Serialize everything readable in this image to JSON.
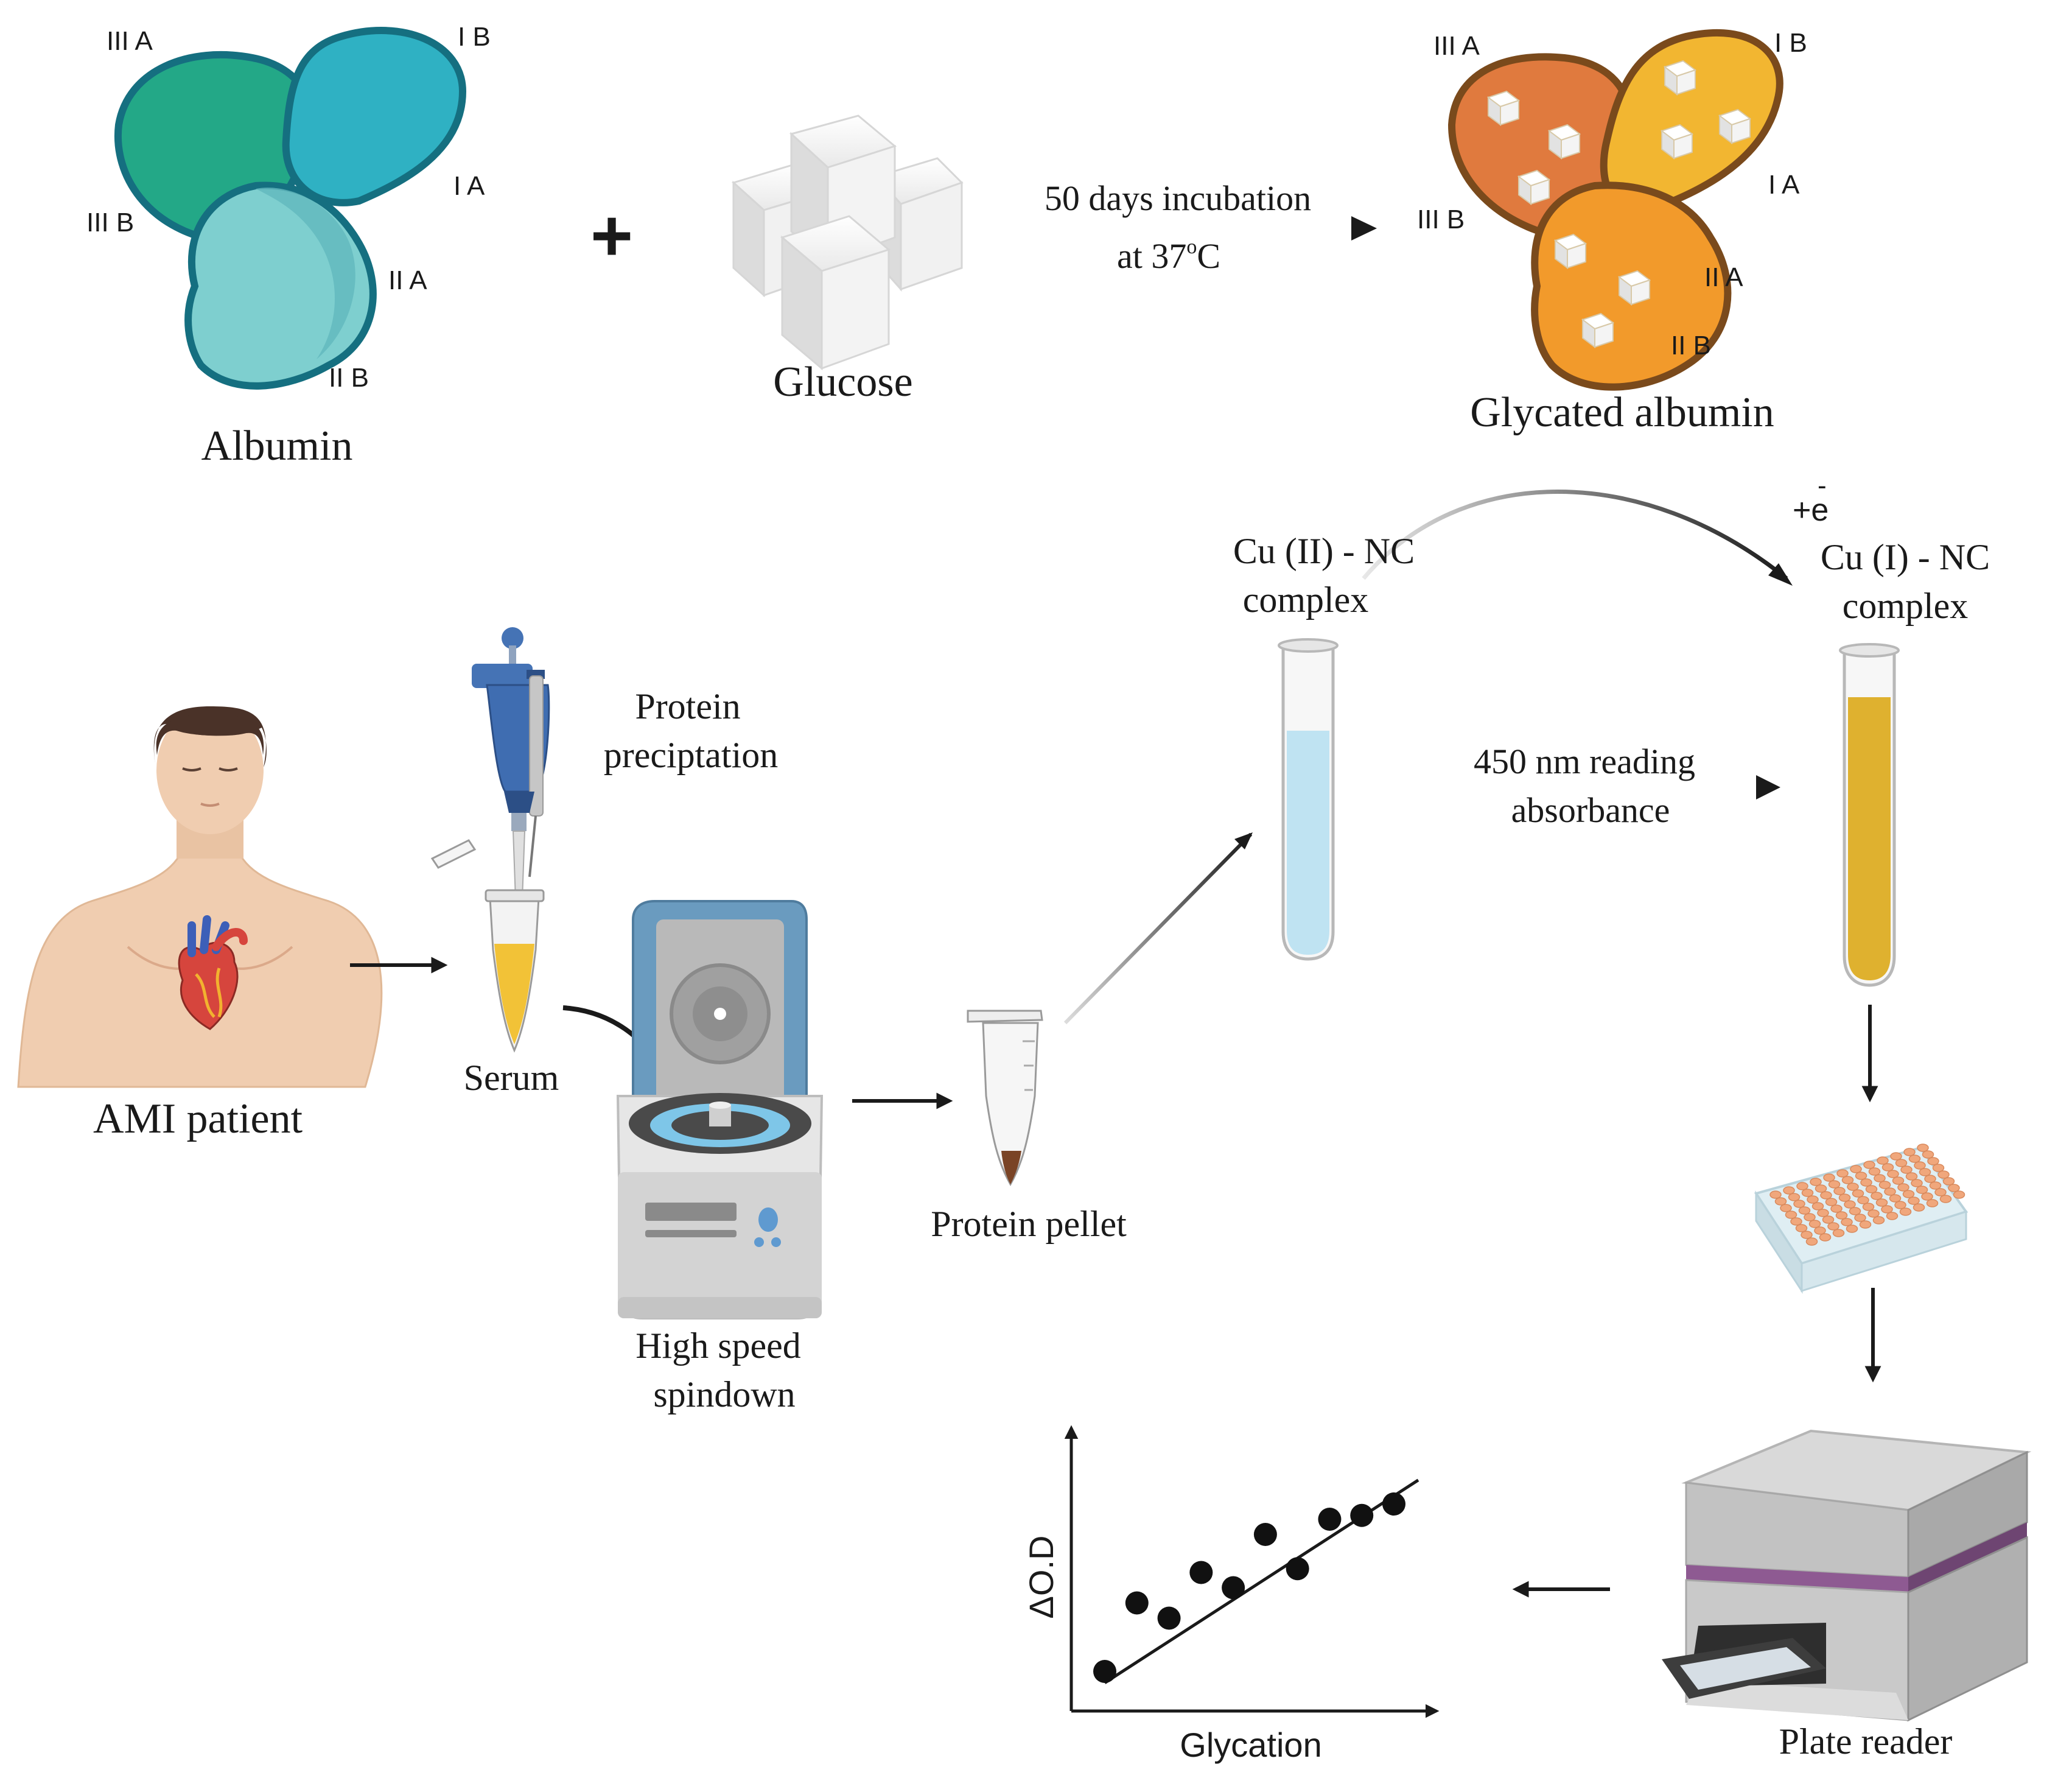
{
  "top": {
    "albumin": {
      "label": "Albumin",
      "domains": [
        "III A",
        "I B",
        "III B",
        "I A",
        "II A",
        "II B"
      ],
      "colors": {
        "domain3": "#23a887",
        "domain1": "#2fb1c3",
        "domain2": "#7ecfcf",
        "outline": "#156f80"
      }
    },
    "plus": "+",
    "glucose": {
      "label": "Glucose",
      "icon": "sugar-cubes-icon"
    },
    "incubation": {
      "line1": "50 days incubation",
      "line2_main": "at 37",
      "line2_sup": "o",
      "line2_end": "C"
    },
    "glycated": {
      "label": "Glycated albumin",
      "domains": [
        "III A",
        "I B",
        "III B",
        "I A",
        "II A",
        "II B"
      ],
      "colors": {
        "domain3": "#e07a3e",
        "domain1": "#f2b631",
        "domain2": "#f29a2b",
        "outline": "#7a4a1c"
      }
    }
  },
  "workflow": {
    "patient": {
      "label": "AMI patient",
      "icon": "patient-heart-icon"
    },
    "serum": {
      "label": "Serum",
      "icon": "pipette-tube-icon"
    },
    "precipitation": {
      "line1": "Protein",
      "line2": "preciptation"
    },
    "centrifuge": {
      "line1": "High speed",
      "line2": "spindown",
      "icon": "centrifuge-icon"
    },
    "pellet": {
      "label": "Protein pellet",
      "icon": "microtube-icon"
    },
    "cu2": {
      "line1": "Cu (II) - NC",
      "line2": "complex",
      "color": "#bfe3f2"
    },
    "electron": {
      "label": "+e",
      "bar": "-"
    },
    "cu1": {
      "line1": "Cu (I) - NC",
      "line2": "complex",
      "color": "#dfb12f"
    },
    "reading": {
      "line1": "450 nm reading",
      "line2": "absorbance"
    },
    "plate": {
      "icon": "well-plate-icon",
      "well_color": "#f0a77c"
    },
    "reader": {
      "label": "Plate reader",
      "icon": "plate-reader-icon",
      "accent": "#8e5a92"
    }
  },
  "chart_data": {
    "type": "scatter",
    "xlabel": "Glycation",
    "ylabel": "ΔO.D",
    "x": [
      1,
      2,
      3,
      4,
      5,
      6,
      7,
      8,
      9,
      10
    ],
    "y": [
      1.0,
      2.8,
      2.4,
      3.6,
      3.2,
      4.6,
      3.7,
      5.0,
      5.1,
      5.4
    ],
    "fit": [
      0.7,
      5.9
    ]
  }
}
